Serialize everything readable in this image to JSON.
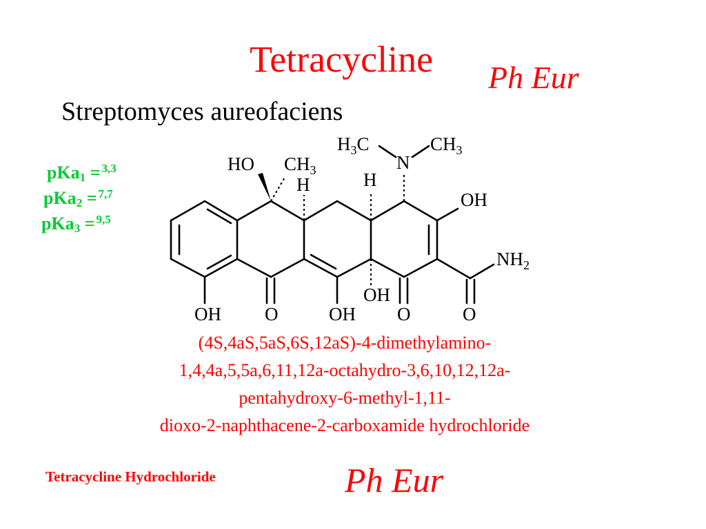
{
  "title": "Tetracycline",
  "pharmacopeia_top": "Ph Eur",
  "source_organism": "Streptomyces aureofaciens",
  "pka": [
    {
      "label": "pKa",
      "sub": "1",
      "eq": " =",
      "value": "3,3"
    },
    {
      "label": "pKa",
      "sub": "2",
      "eq": " =",
      "value": "7,7"
    },
    {
      "label": "pKa",
      "sub": "3",
      "eq": " =",
      "value": "9,5"
    }
  ],
  "structure_labels": {
    "h3c": "H",
    "h3c_sub": "3",
    "h3c_c": "C",
    "n": "N",
    "ch3_top": "CH",
    "ch3_top_sub": "3",
    "ho": "HO",
    "ch3_mid": "CH",
    "ch3_mid_sub": "3",
    "h_left": "H",
    "h_right": "H",
    "oh_right": "OH",
    "nh2": "NH",
    "nh2_sub": "2",
    "oh_inner": "OH",
    "oh_bottom_1": "OH",
    "o_bottom_1": "O",
    "oh_bottom_2": "OH",
    "o_bottom_2": "O",
    "o_bottom_3": "O"
  },
  "iupac_lines": [
    "(4S,4aS,5aS,6S,12aS)-4-dimethylamino-",
    "1,4,4a,5,5a,6,11,12a-octahydro-3,6,10,12,12a-",
    "pentahydroxy-6-methyl-1,11-",
    "dioxo-2-naphthacene-2-carboxamide hydrochloride"
  ],
  "salt_name": "Tetracycline Hydrochloride",
  "pharmacopeia_bottom": "Ph Eur",
  "colors": {
    "red": "#ff0000",
    "green": "#00cc33",
    "black": "#000000"
  }
}
